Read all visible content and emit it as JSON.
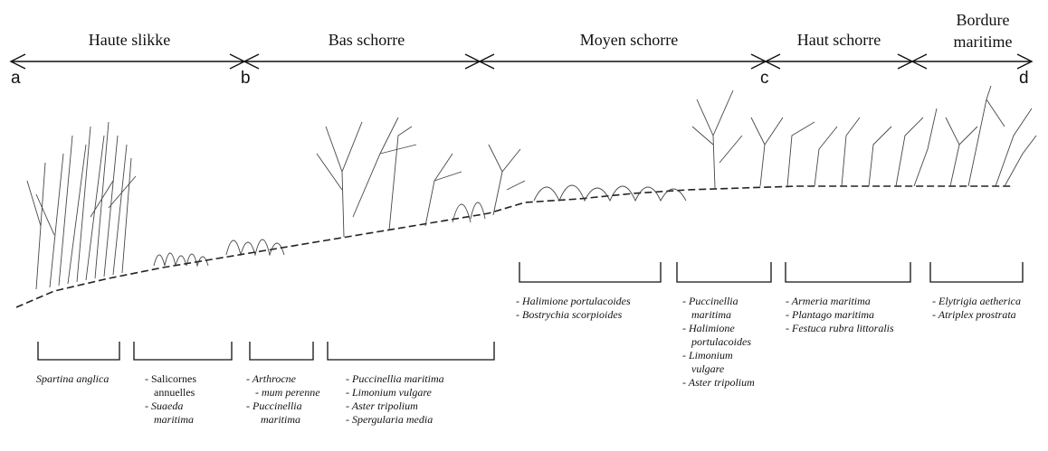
{
  "zones": [
    {
      "key": "haute_slikke",
      "label": "Haute slikke"
    },
    {
      "key": "bas_schorre",
      "label": "Bas schorre"
    },
    {
      "key": "moyen_schorre",
      "label": "Moyen schorre"
    },
    {
      "key": "haut_schorre",
      "label": "Haut schorre"
    },
    {
      "key": "bordure_maritime",
      "label_line1": "Bordure",
      "label_line2": "maritime"
    }
  ],
  "points": {
    "a": "a",
    "b": "b",
    "c": "c",
    "d": "d"
  },
  "species_groups": {
    "spartina": "Spartina anglica",
    "salicornes": {
      "l1": "- Salicornes",
      "l2": "annuelles",
      "l3": "- Suaeda",
      "l4": "maritima"
    },
    "arthrocne": {
      "l1": "- Arthrocne",
      "l2": "- mum perenne",
      "l3": "- Puccinellia",
      "l4": "maritima"
    },
    "bas": {
      "l1": "- Puccinellia maritima",
      "l2": "- Limonium vulgare",
      "l3": "- Aster tripolium",
      "l4": "- Spergularia media"
    },
    "moyen": {
      "l1": "- Halimione portulacoides",
      "l2": "- Bostrychia scorpioides"
    },
    "moyen2": {
      "l1": "- Puccinellia",
      "l2": "maritima",
      "l3": "- Halimione",
      "l4": "portulacoides",
      "l5": "- Limonium",
      "l6": "vulgare",
      "l7": "- Aster tripolium"
    },
    "haut": {
      "l1": "- Armeria maritima",
      "l2": "- Plantago maritima",
      "l3": "- Festuca rubra littoralis"
    },
    "bordure": {
      "l1": "- Elytrigia aetherica",
      "l2": "- Atriplex prostrata"
    }
  }
}
